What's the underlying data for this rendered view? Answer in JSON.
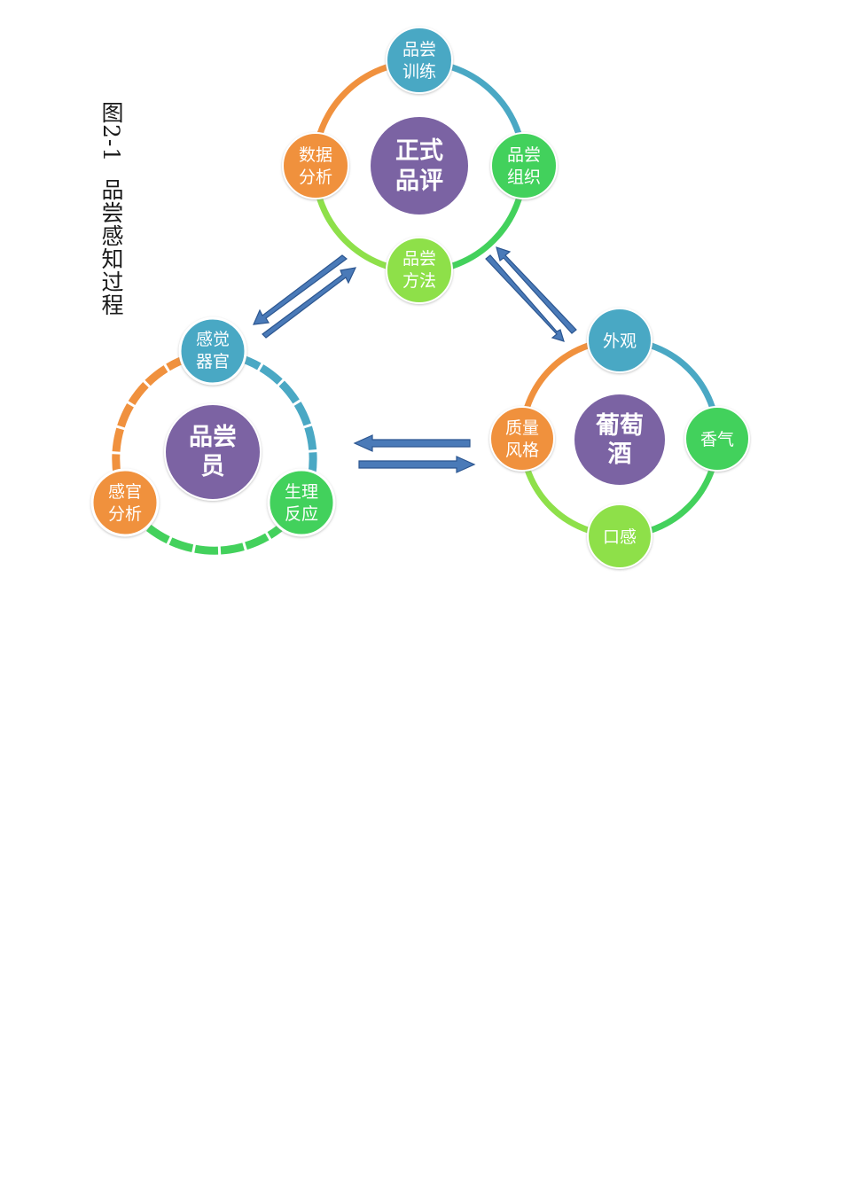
{
  "caption": {
    "figure_number": "图2-1",
    "title": "品尝感知过程"
  },
  "cycles": {
    "formal_evaluation": {
      "center": [
        "正式",
        "品评"
      ],
      "nodes": {
        "top": [
          "品尝",
          "训练"
        ],
        "right": [
          "品尝",
          "组织"
        ],
        "bottom": [
          "品尝",
          "方法"
        ],
        "left": [
          "数据",
          "分析"
        ]
      }
    },
    "taster": {
      "center": [
        "品尝",
        "员"
      ],
      "nodes": {
        "top": [
          "感觉",
          "器官"
        ],
        "right": [
          "生理",
          "反应"
        ],
        "left": [
          "感官",
          "分析"
        ]
      }
    },
    "wine": {
      "center": [
        "葡萄",
        "酒"
      ],
      "nodes": {
        "top": [
          "外观"
        ],
        "right": [
          "香气"
        ],
        "bottom": [
          "口感"
        ],
        "left": [
          "质量",
          "风格"
        ]
      }
    }
  },
  "colors": {
    "purple": "#7b63a3",
    "teal": "#4aa8c4",
    "orange": "#f0913e",
    "green": "#43d15c",
    "lime": "#8ee04a",
    "arrow_fill": "#4a7ab8",
    "arrow_stroke": "#2c5690"
  }
}
